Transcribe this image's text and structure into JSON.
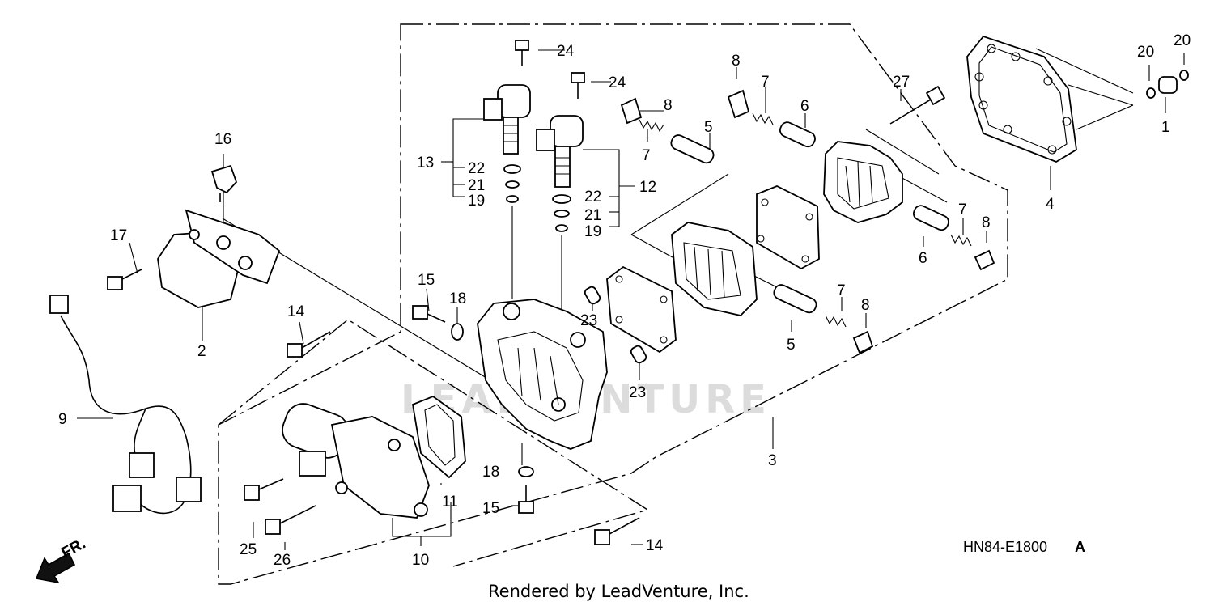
{
  "diagram_code": "HN84-E1800",
  "diagram_code_suffix": "A",
  "credit": "Rendered by LeadVenture, Inc.",
  "watermark": "LEADVENTURE",
  "direction_label": "FR.",
  "callouts": {
    "c1": "1",
    "c2": "2",
    "c3": "3",
    "c4": "4",
    "c5a": "5",
    "c5b": "5",
    "c6a": "6",
    "c6b": "6",
    "c7a": "7",
    "c7b": "7",
    "c7c": "7",
    "c7d": "7",
    "c8a": "8",
    "c8b": "8",
    "c8c": "8",
    "c8d": "8",
    "c9": "9",
    "c10": "10",
    "c11": "11",
    "c12": "12",
    "c13": "13",
    "c14a": "14",
    "c14b": "14",
    "c15a": "15",
    "c15b": "15",
    "c16": "16",
    "c17": "17",
    "c18a": "18",
    "c18b": "18",
    "c19a": "19",
    "c19b": "19",
    "c20a": "20",
    "c20b": "20",
    "c21a": "21",
    "c21b": "21",
    "c22a": "22",
    "c22b": "22",
    "c23a": "23",
    "c23b": "23",
    "c24a": "24",
    "c24b": "24",
    "c25": "25",
    "c26": "26",
    "c27": "27"
  }
}
